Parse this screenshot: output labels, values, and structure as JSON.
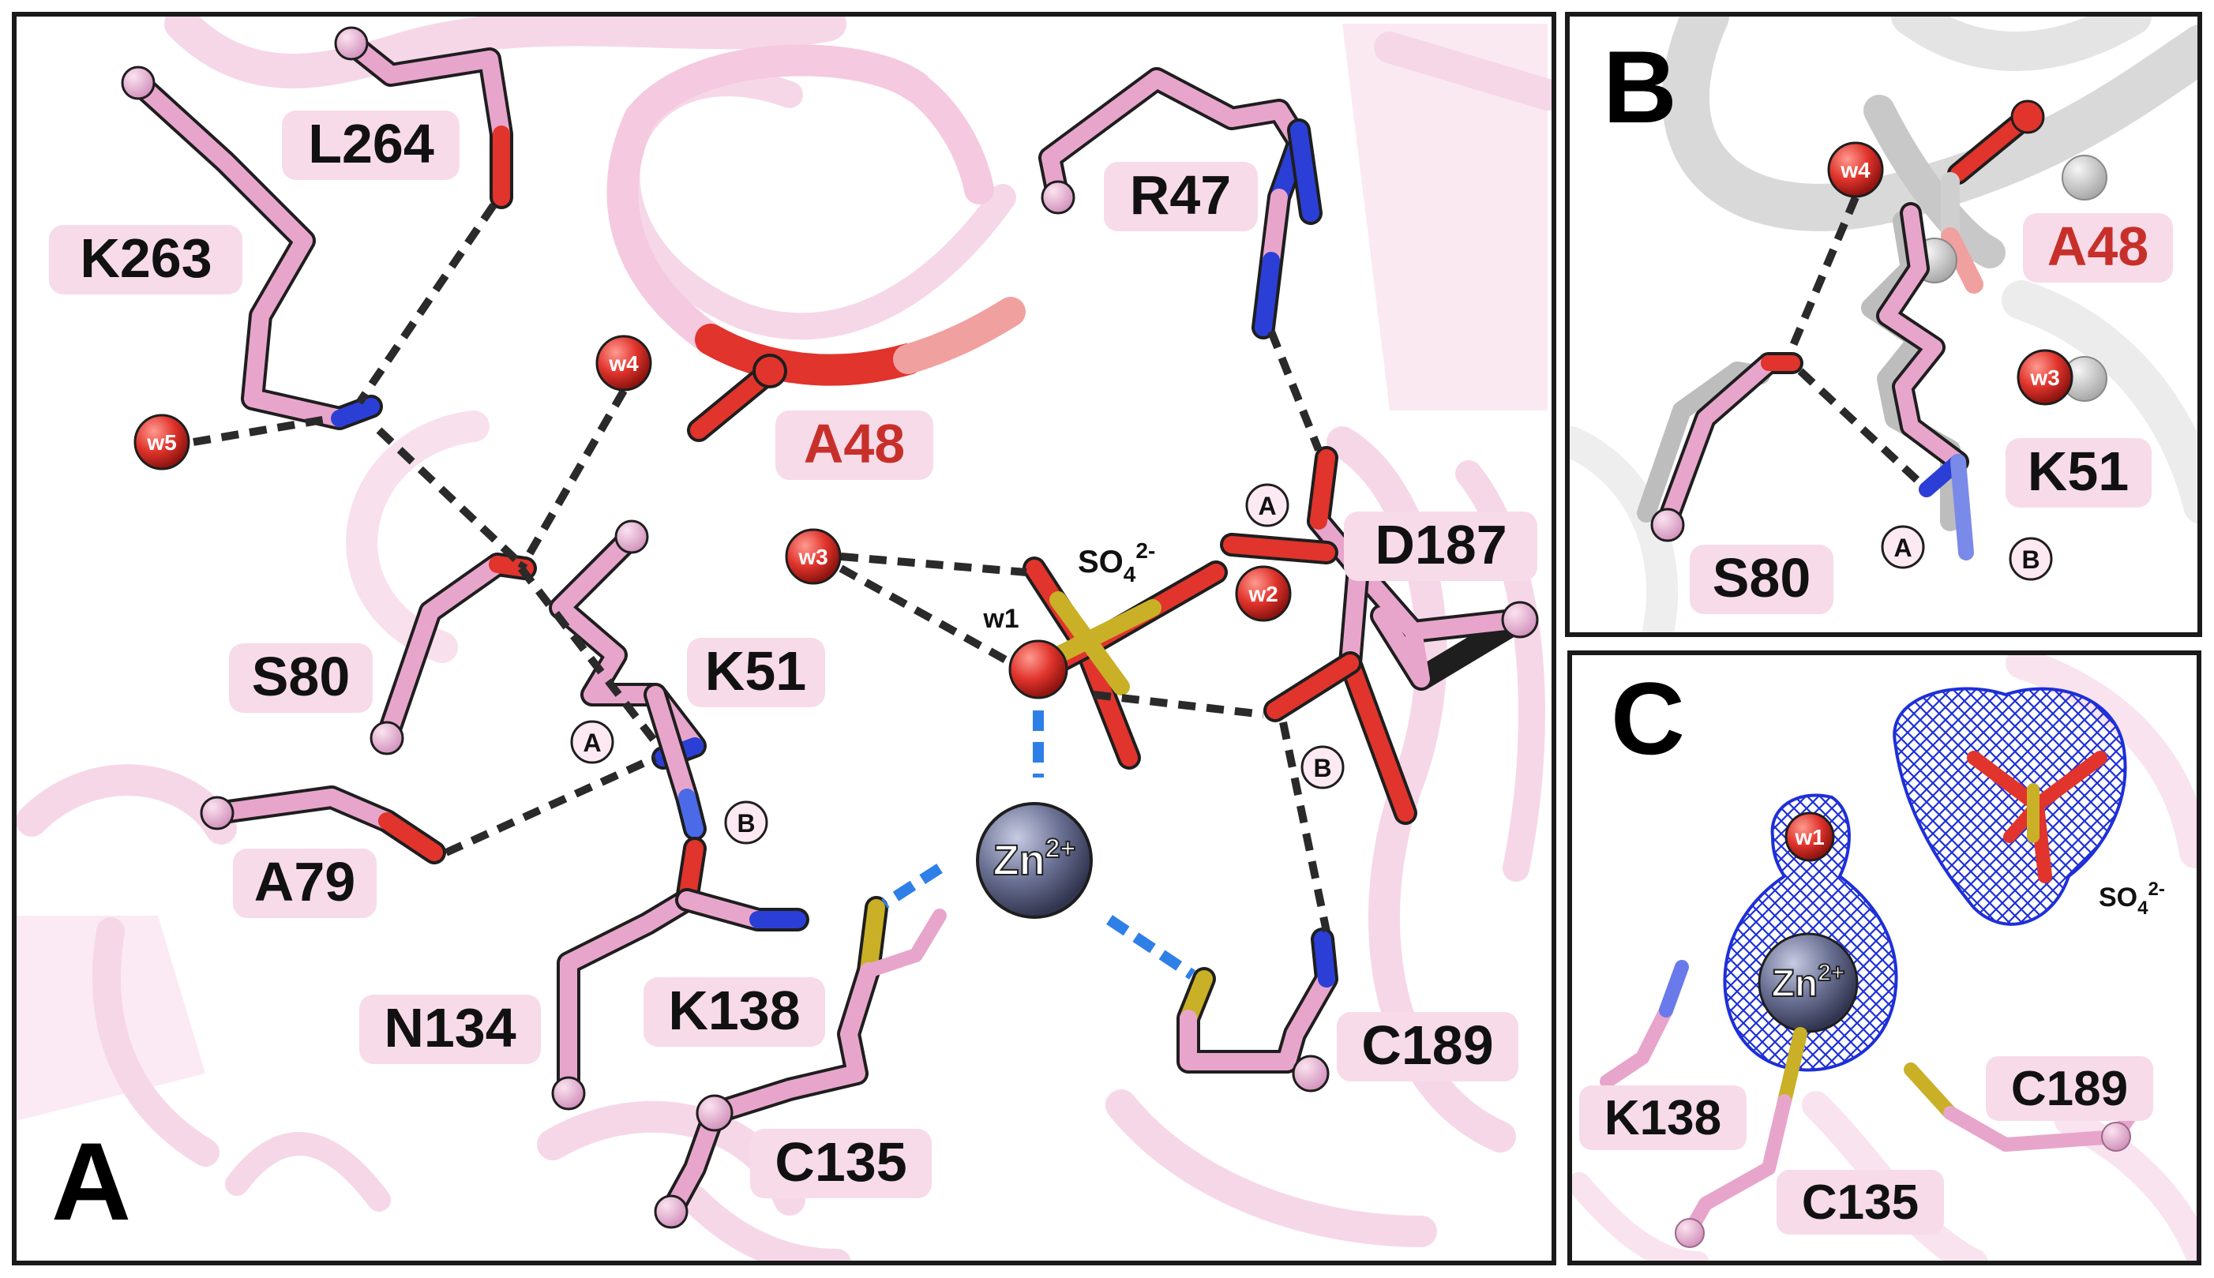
{
  "panels": {
    "A": {
      "letter": "A"
    },
    "B": {
      "letter": "B"
    },
    "C": {
      "letter": "C"
    }
  },
  "panel_a": {
    "residues": {
      "L264": "L264",
      "K263": "K263",
      "R47": "R47",
      "A48": "A48",
      "D187": "D187",
      "S80": "S80",
      "K51": "K51",
      "A79": "A79",
      "N134": "N134",
      "K138": "K138",
      "C135": "C135",
      "C189": "C189"
    },
    "waters": {
      "w1": "w1",
      "w2": "w2",
      "w3": "w3",
      "w4": "w4",
      "w5": "w5"
    },
    "zinc_base": "Zn",
    "zinc_charge": "2+",
    "sulfate_base": "SO",
    "sulfate_sub": "4",
    "sulfate_charge": "2-",
    "conformers": {
      "A": "A",
      "B": "B"
    }
  },
  "panel_b": {
    "residues": {
      "A48": "A48",
      "K51": "K51",
      "S80": "S80"
    },
    "waters": {
      "w3": "w3",
      "w4": "w4"
    },
    "conformers": {
      "A": "A",
      "B": "B"
    }
  },
  "panel_c": {
    "residues": {
      "K138": "K138",
      "C135": "C135",
      "C189": "C189"
    },
    "waters": {
      "w1": "w1"
    },
    "zinc_base": "Zn",
    "zinc_charge": "2+",
    "sulfate_base": "SO",
    "sulfate_sub": "4",
    "sulfate_charge": "2-"
  },
  "colors": {
    "backbone": "#f4cfe3",
    "stick": "#d99ac4",
    "oxygen": "#e0342c",
    "nitrogen": "#2b3fd6",
    "sulfur": "#c9b026",
    "zinc": "#6b7194",
    "hbond": "#2a2a2a",
    "coordination": "#2f7fe8",
    "label_bg": "#f7dbe9",
    "highlight_text": "#c7302a",
    "mesh": "#1e2fd8"
  }
}
